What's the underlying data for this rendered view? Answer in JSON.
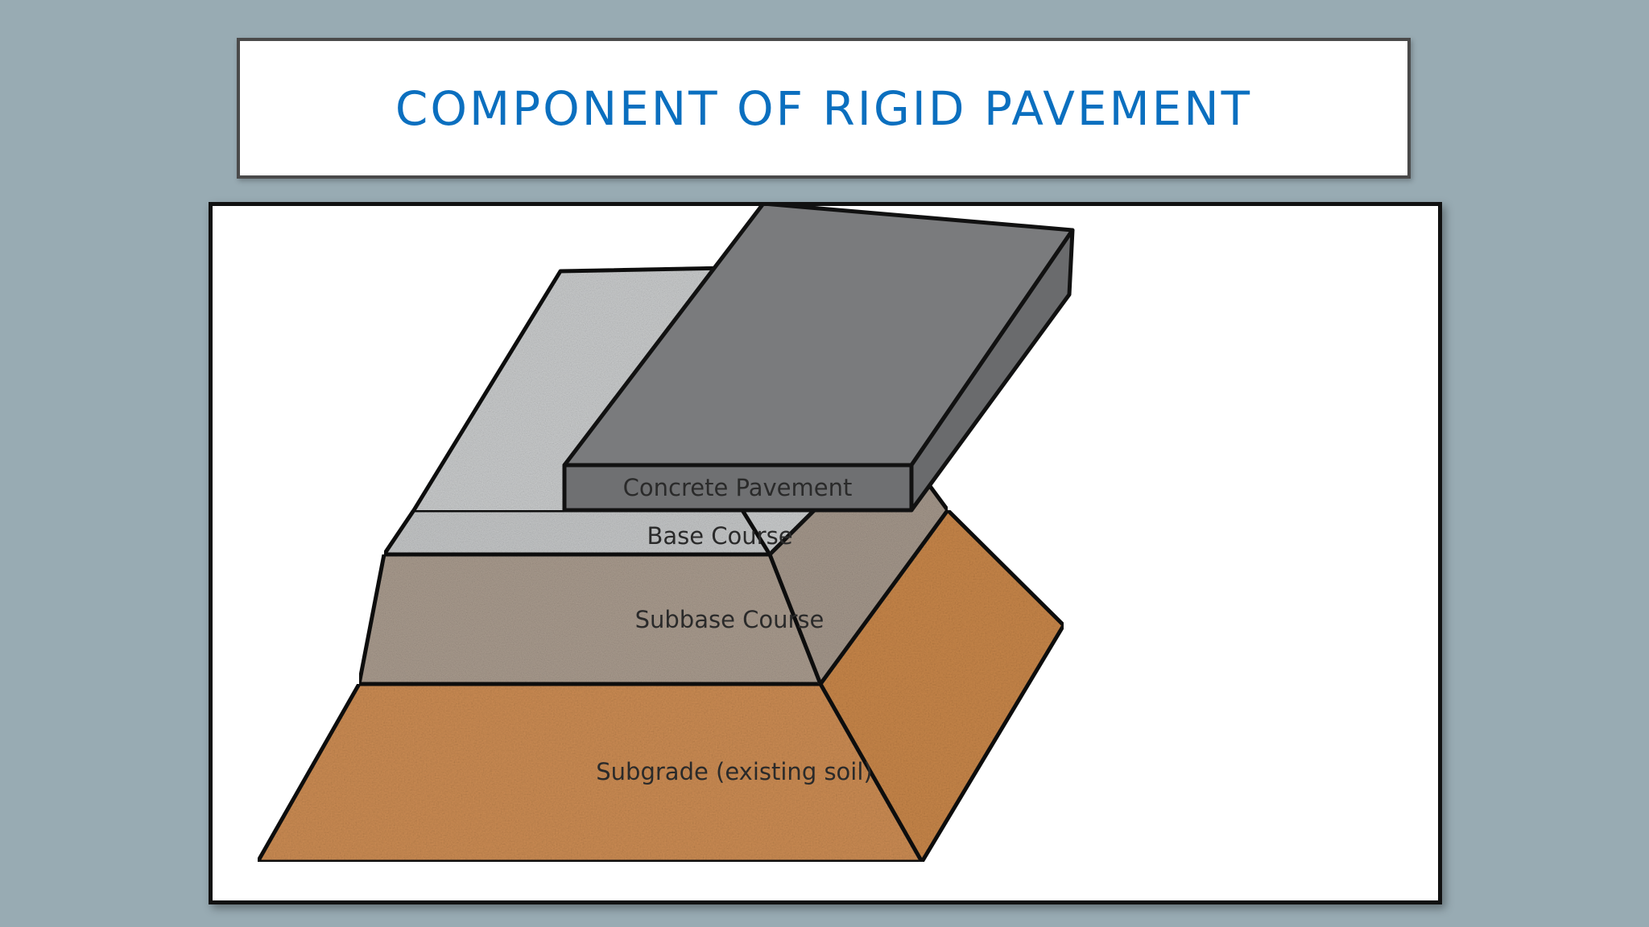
{
  "title": "COMPONENT OF RIGID PAVEMENT",
  "diagram": {
    "layers": [
      {
        "key": "concrete",
        "label": "Concrete Pavement"
      },
      {
        "key": "base",
        "label": "Base Course"
      },
      {
        "key": "subbase",
        "label": "Subbase Course"
      },
      {
        "key": "subgrade",
        "label": "Subgrade (existing soil)"
      }
    ]
  },
  "colors": {
    "background": "#98abb3",
    "title": "#0b6fbf",
    "concrete_top": "#7a7b7d",
    "concrete_side": "#6d6e70",
    "base_course": "#c9cbcc",
    "subbase_course": "#a99b8e",
    "subgrade": "#c98a52"
  }
}
